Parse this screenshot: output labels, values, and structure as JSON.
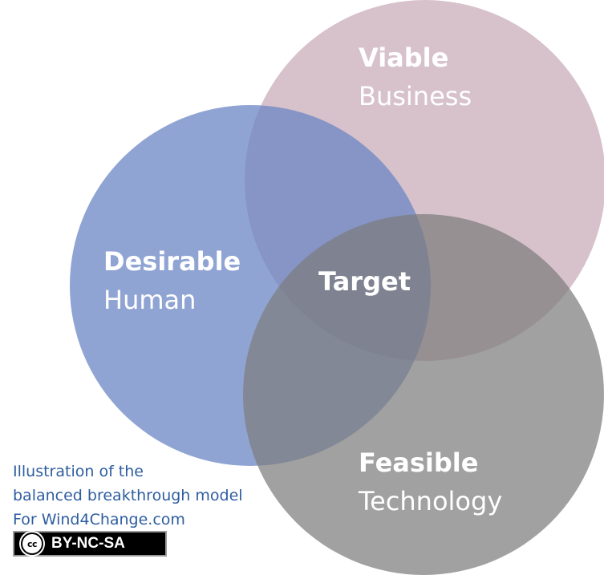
{
  "diagram": {
    "circles": [
      {
        "id": "viable",
        "title": "Viable",
        "subtitle": "Business",
        "color": "#c9aebb"
      },
      {
        "id": "desirable",
        "title": "Desirable",
        "subtitle": "Human",
        "color": "#6b86c4"
      },
      {
        "id": "feasible",
        "title": "Feasible",
        "subtitle": "Technology",
        "color": "#8a8a8a"
      }
    ],
    "intersection_label": "Target",
    "label_color": "#ffffff"
  },
  "caption": {
    "line1": "Illustration of the",
    "line2": "balanced breakthrough model",
    "line3": "For Wind4Change.com",
    "color": "#2e5d9f"
  },
  "license": {
    "logo_text": "cc",
    "label": "BY-NC-SA"
  }
}
